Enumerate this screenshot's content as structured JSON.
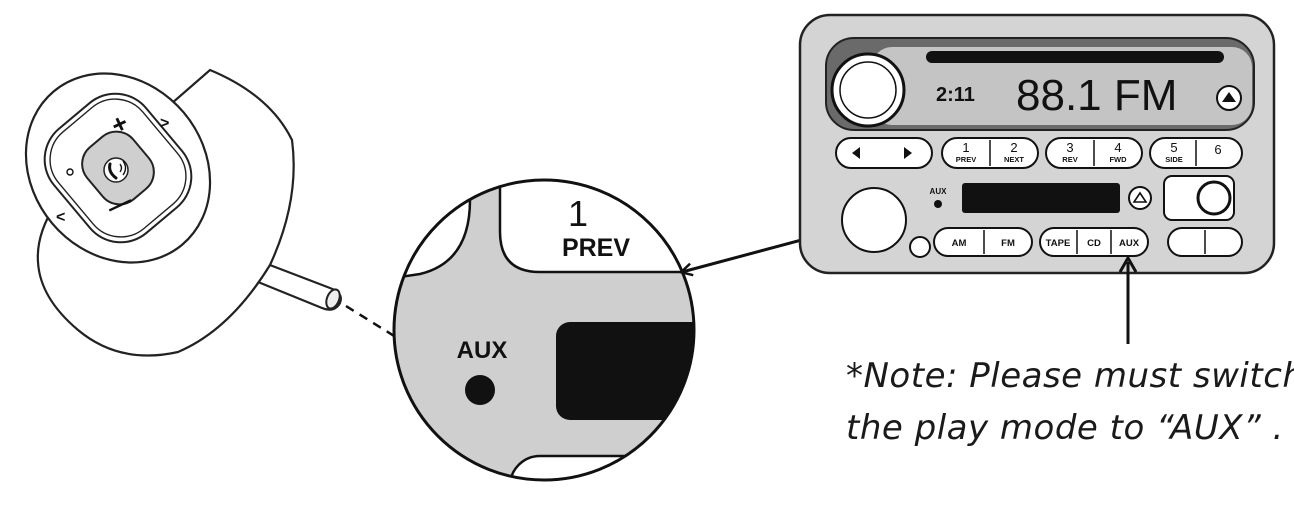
{
  "radio": {
    "clock": "2:11",
    "frequency": "88.1 FM",
    "presets": [
      {
        "num": "1",
        "sub": "PREV"
      },
      {
        "num": "2",
        "sub": "NEXT"
      },
      {
        "num": "3",
        "sub": "REV"
      },
      {
        "num": "4",
        "sub": "FWD"
      },
      {
        "num": "5",
        "sub": "SIDE"
      },
      {
        "num": "6",
        "sub": ""
      }
    ],
    "aux_jack_label": "AUX",
    "modes": [
      "AM",
      "FM",
      "TAPE",
      "CD",
      "AUX"
    ]
  },
  "zoom": {
    "preset_num": "1",
    "preset_sub": "PREV",
    "aux_label": "AUX"
  },
  "device": {
    "icons": [
      "plus-icon",
      "phone-icon",
      "chevron-right-icon",
      "chevron-left-icon",
      "minus-icon",
      "mic-dot-icon"
    ]
  },
  "note": {
    "line1": "*Note: Please must switch",
    "line2": "the play mode to “AUX” ."
  }
}
